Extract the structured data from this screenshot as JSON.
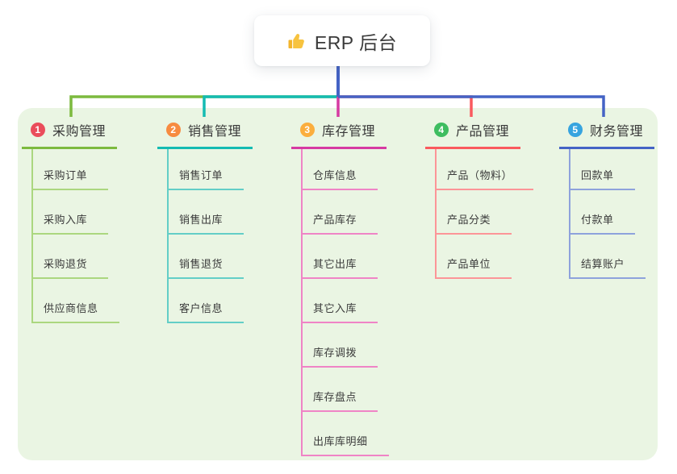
{
  "root": {
    "label": "ERP 后台",
    "icon": "thumbs-up"
  },
  "panel": {
    "background": "#EAF5E3"
  },
  "branches": [
    {
      "badge": "1",
      "badge_color": "#EA4D5B",
      "label": "采购管理",
      "line_color": "#7CBA3E",
      "child_line_color": "#ABD77F",
      "children": [
        "采购订单",
        "采购入库",
        "采购退货",
        "供应商信息"
      ]
    },
    {
      "badge": "2",
      "badge_color": "#F78B40",
      "label": "销售管理",
      "line_color": "#14BBB2",
      "child_line_color": "#63CEC7",
      "children": [
        "销售订单",
        "销售出库",
        "销售退货",
        "客户信息"
      ]
    },
    {
      "badge": "3",
      "badge_color": "#FBAE3D",
      "label": "库存管理",
      "line_color": "#D63AA2",
      "child_line_color": "#EF84C6",
      "children": [
        "仓库信息",
        "产品库存",
        "其它出库",
        "其它入库",
        "库存调拨",
        "库存盘点",
        "出库库明细"
      ]
    },
    {
      "badge": "4",
      "badge_color": "#3EBD60",
      "label": "产品管理",
      "line_color": "#FA5A5E",
      "child_line_color": "#FC9598",
      "children": [
        "产品（物料）",
        "产品分类",
        "产品单位"
      ]
    },
    {
      "badge": "5",
      "badge_color": "#37A4DF",
      "label": "财务管理",
      "line_color": "#4463C5",
      "child_line_color": "#8EA2DC",
      "children": [
        "回款单",
        "付款单",
        "结算账户"
      ]
    }
  ]
}
